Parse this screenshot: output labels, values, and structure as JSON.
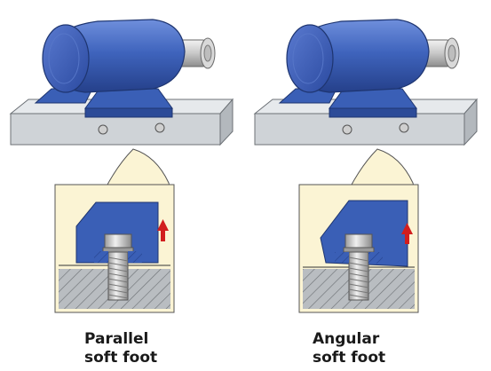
{
  "figures": [
    {
      "id": "parallel",
      "caption_line1": "Parallel",
      "caption_line2": "soft foot"
    },
    {
      "id": "angular",
      "caption_line1": "Angular",
      "caption_line2": "soft foot"
    }
  ],
  "colors": {
    "motor_blue": "#3a5fb6",
    "plate_grey": "#d4d8dc",
    "callout_fill": "#fbf4d4",
    "arrow_red": "#d21e1e",
    "ground_grey": "#b8bcc0"
  }
}
